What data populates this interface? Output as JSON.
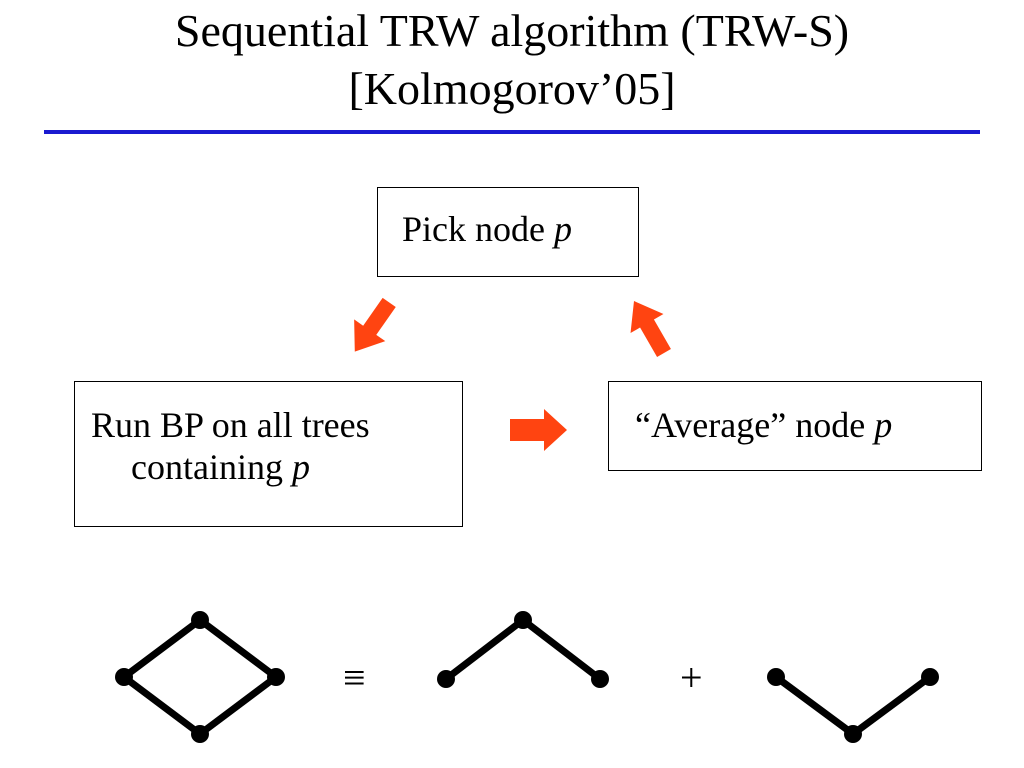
{
  "slide": {
    "title_line1": "Sequential TRW algorithm (TRW-S)",
    "title_line2": "[Kolmogorov’05]"
  },
  "boxes": {
    "pick": {
      "text": "Pick node ",
      "var": "p"
    },
    "run": {
      "line1": "Run BP on all trees",
      "line2": "containing ",
      "var": "p"
    },
    "average": {
      "text": "“Average” node ",
      "var": "p"
    }
  },
  "equation": {
    "equiv": "≡",
    "plus": "+"
  },
  "colors": {
    "arrow": "#ff4411",
    "rule": "#1a1ad0"
  }
}
